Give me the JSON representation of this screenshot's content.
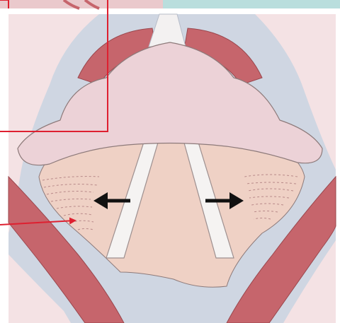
{
  "colors": {
    "background": "#ffffff",
    "top_band_pink": "#eac9cc",
    "top_band_teal": "#b9dedd",
    "tissue_blue_gray": "#cfd6e2",
    "outer_pink": "#f4e2e4",
    "muscle_red": "#c6656c",
    "muscle_edge": "#9a474d",
    "epiglottis_pink": "#ecd2d7",
    "cord_region_peach": "#efd1c5",
    "vocal_cord_white": "#f5f3f2",
    "pointer_red": "#de2030",
    "arrow_black": "#111111"
  },
  "diagram": {
    "structures": [
      "top-band",
      "outer-tissue-ring",
      "arytenoid-muscle-left",
      "arytenoid-muscle-right",
      "aryepiglottic-fold-left",
      "aryepiglottic-fold-right",
      "epiglottis",
      "glottis-opening",
      "vocal-cord-left",
      "vocal-cord-right",
      "muscle-striation-left",
      "muscle-striation-right"
    ],
    "arrows": [
      {
        "name": "abduction-arrow-left",
        "direction": "left"
      },
      {
        "name": "abduction-arrow-right",
        "direction": "right"
      }
    ],
    "pointers": [
      {
        "name": "pointer-line-top",
        "shape": "elbow"
      },
      {
        "name": "pointer-line-side",
        "shape": "arrow"
      }
    ]
  }
}
